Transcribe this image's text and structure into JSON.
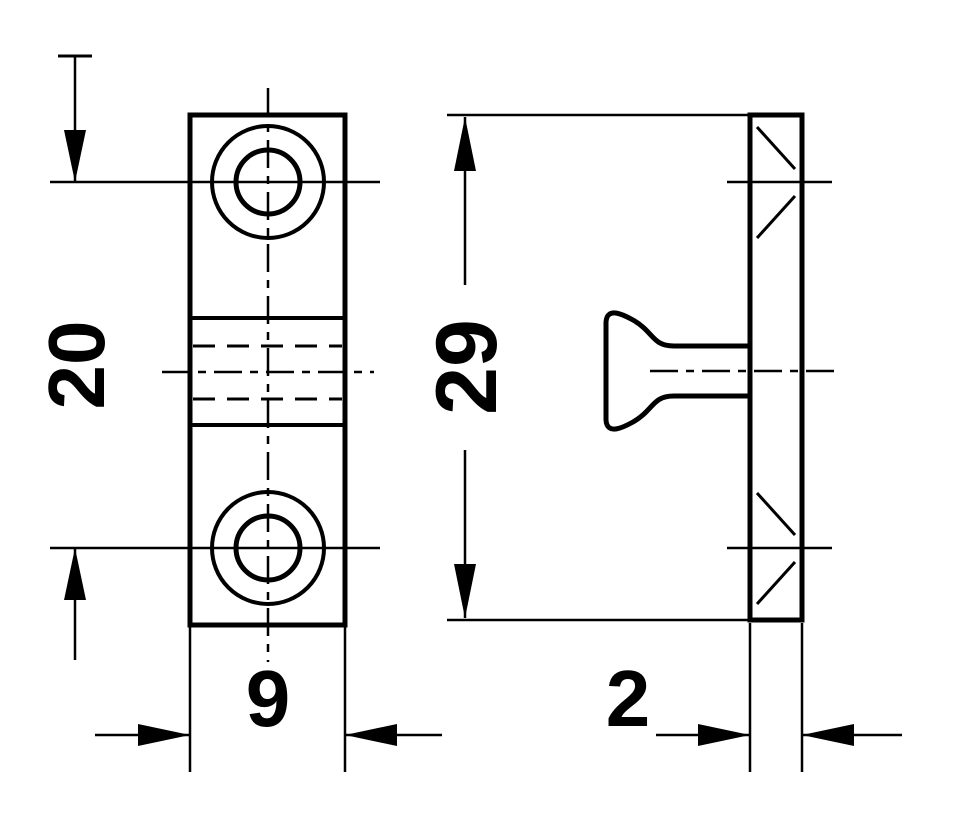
{
  "colors": {
    "line": "#000000",
    "background": "#ffffff"
  },
  "dimensions": {
    "hole_spacing": "20",
    "plate_width": "9",
    "plate_height": "29",
    "plate_thickness": "2"
  }
}
